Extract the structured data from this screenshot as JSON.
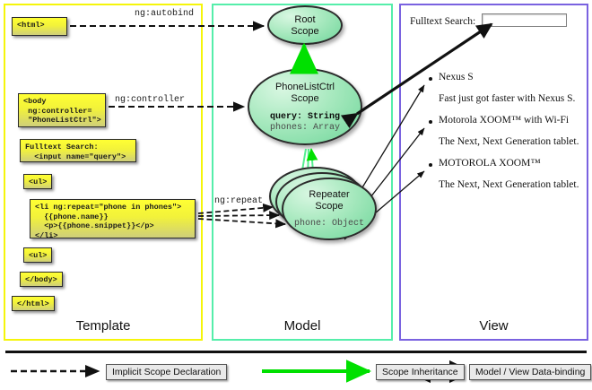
{
  "columns": [
    {
      "key": "template",
      "label": "Template",
      "border_color": "#f5f50a"
    },
    {
      "key": "model",
      "label": "Model",
      "border_color": "#55eeaa"
    },
    {
      "key": "view",
      "label": "View",
      "border_color": "#7a62e0"
    }
  ],
  "template": {
    "boxes": [
      {
        "id": "html-open",
        "text": "<html>"
      },
      {
        "id": "body-open",
        "text": "<body\n ng:controller=\n \"PhoneListCtrl\">"
      },
      {
        "id": "search-snippet",
        "text": "Fulltext Search:\n  <input name=\"query\">"
      },
      {
        "id": "ul-open",
        "text": "<ul>"
      },
      {
        "id": "li-repeat",
        "text": "<li ng:repeat=\"phone in phones\">\n  {{phone.name}}\n  <p>{{phone.snippet}}</p>\n</li>"
      },
      {
        "id": "ul-close",
        "text": "<ul>"
      },
      {
        "id": "body-close",
        "text": "</body>"
      },
      {
        "id": "html-close",
        "text": "</html>"
      }
    ]
  },
  "edges": {
    "autobind_label": "ng:autobind",
    "controller_label": "ng:controller",
    "repeat_label": "ng:repeat"
  },
  "model": {
    "scopes": [
      {
        "id": "root",
        "title_line1": "Root",
        "title_line2": "Scope",
        "props": []
      },
      {
        "id": "phonelistctrl",
        "title_line1": "PhoneListCtrl",
        "title_line2": "Scope",
        "props": [
          {
            "text": "query: String",
            "style": "strong"
          },
          {
            "text": "phones: Array",
            "style": "dim"
          }
        ]
      },
      {
        "id": "repeater",
        "title_line1": "Repeater",
        "title_line2": "Scope",
        "props": [
          {
            "text": "phone: Object",
            "style": "dim"
          }
        ]
      }
    ]
  },
  "view": {
    "search_label": "Fulltext Search:",
    "search_value": "",
    "items": [
      {
        "name": "Nexus S",
        "snippet": "Fast just got faster with Nexus S."
      },
      {
        "name": "Motorola XOOM™  with Wi-Fi",
        "snippet": "The Next, Next Generation tablet."
      },
      {
        "name": "MOTOROLA XOOM™",
        "snippet": "The Next, Next Generation tablet."
      }
    ]
  },
  "legend": [
    {
      "id": "implicit",
      "label": "Implicit Scope Declaration",
      "marker": "dashed-arrow",
      "color": "#111111"
    },
    {
      "id": "inherit",
      "label": "Scope Inheritance",
      "marker": "green-arrow",
      "color": "#00e000"
    },
    {
      "id": "databind",
      "label": "Model / View Data-binding",
      "marker": "double-arrow",
      "color": "#111111"
    }
  ]
}
